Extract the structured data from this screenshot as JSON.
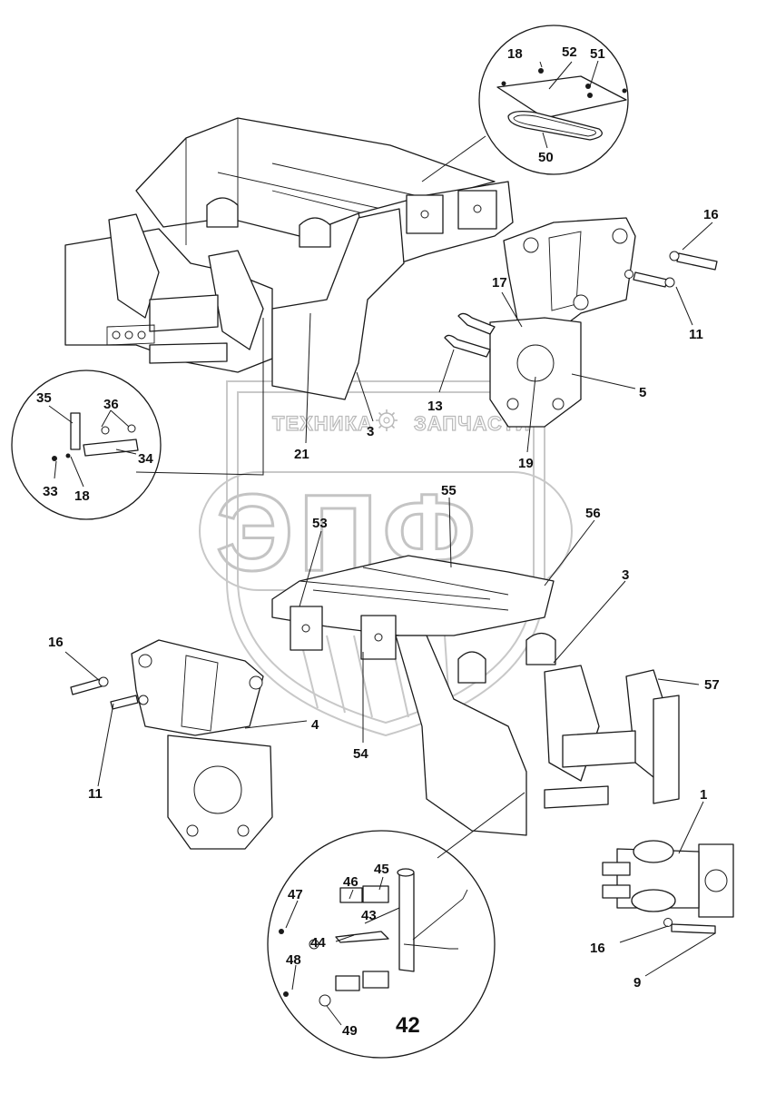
{
  "watermark": {
    "top_text_left": "ТЕХНИКА",
    "top_text_right": "ЗАПЧАСТИ",
    "big_text": "ЭПФ",
    "gear_icon": "gear-icon"
  },
  "callouts": [
    {
      "id": "c1",
      "label": "1"
    },
    {
      "id": "c3a",
      "label": "3"
    },
    {
      "id": "c3b",
      "label": "3"
    },
    {
      "id": "c4",
      "label": "4"
    },
    {
      "id": "c5",
      "label": "5"
    },
    {
      "id": "c9",
      "label": "9"
    },
    {
      "id": "c11a",
      "label": "11"
    },
    {
      "id": "c11b",
      "label": "11"
    },
    {
      "id": "c13",
      "label": "13"
    },
    {
      "id": "c16a",
      "label": "16"
    },
    {
      "id": "c16b",
      "label": "16"
    },
    {
      "id": "c16c",
      "label": "16"
    },
    {
      "id": "c17",
      "label": "17"
    },
    {
      "id": "c18a",
      "label": "18"
    },
    {
      "id": "c18b",
      "label": "18"
    },
    {
      "id": "c19",
      "label": "19"
    },
    {
      "id": "c21",
      "label": "21"
    },
    {
      "id": "c33",
      "label": "33"
    },
    {
      "id": "c34",
      "label": "34"
    },
    {
      "id": "c35",
      "label": "35"
    },
    {
      "id": "c36",
      "label": "36"
    },
    {
      "id": "c42",
      "label": "42"
    },
    {
      "id": "c43",
      "label": "43"
    },
    {
      "id": "c44",
      "label": "44"
    },
    {
      "id": "c45",
      "label": "45"
    },
    {
      "id": "c46",
      "label": "46"
    },
    {
      "id": "c47",
      "label": "47"
    },
    {
      "id": "c48",
      "label": "48"
    },
    {
      "id": "c49",
      "label": "49"
    },
    {
      "id": "c50",
      "label": "50"
    },
    {
      "id": "c51",
      "label": "51"
    },
    {
      "id": "c52",
      "label": "52"
    },
    {
      "id": "c53",
      "label": "53"
    },
    {
      "id": "c54",
      "label": "54"
    },
    {
      "id": "c55",
      "label": "55"
    },
    {
      "id": "c56",
      "label": "56"
    },
    {
      "id": "c57",
      "label": "57"
    }
  ]
}
